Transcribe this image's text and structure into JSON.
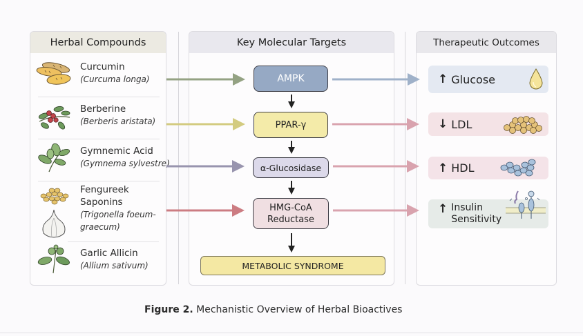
{
  "panels": {
    "left": {
      "title": "Herbal Compounds"
    },
    "center": {
      "title": "Key Molecular Targets"
    },
    "right": {
      "title": "Therapeutic Outcomes"
    }
  },
  "herbs": [
    {
      "name": "Curcumin",
      "scientific": "(Curcuma longa)",
      "icon": "turmeric-root-icon",
      "arrow_color": "#94a283",
      "target": "AMPK"
    },
    {
      "name": "Berberine",
      "scientific": "(Berberis aristata)",
      "icon": "berberis-branch-icon",
      "arrow_color": "#d3cb80",
      "target": "PPAR-γ"
    },
    {
      "name": "Gymnemic Acid",
      "scientific": "(Gymnema sylvestre)",
      "icon": "gymnema-leaf-icon",
      "arrow_color": "#9894ae",
      "target": "α-Glucosidase"
    },
    {
      "name_line1": "Fengureek",
      "name_line2": "Saponins",
      "scientific_line1": "(Trigonella foeum-",
      "scientific_line2": "graecum)",
      "icon": "fenugreek-seeds-icon",
      "icon2": "garlic-bulb-icon",
      "arrow_color": "#cc7c82",
      "target": "HMG-CoA Reductase"
    },
    {
      "name": "Garlic Allicin",
      "scientific": "(Allium sativum)",
      "icon": "herb-sprig-icon"
    }
  ],
  "targets": [
    {
      "label": "AMPK",
      "color": "#96a9c4"
    },
    {
      "label": "PPAR-γ",
      "color": "#f4eba9"
    },
    {
      "label": "α-Glucosidase",
      "color": "#dcd9ea"
    },
    {
      "label_line1": "HMG-CoA",
      "label_line2": "Reductase",
      "color": "#f0dfe2"
    }
  ],
  "endpoint": {
    "label": "METABOLIC SYNDROME",
    "color": "#f4e8a3"
  },
  "outcomes": [
    {
      "direction": "↑",
      "label": "Glucose",
      "icon": "glucose-drop-icon",
      "bg": "#e4e9f2",
      "arrow_color": "#9fb1c9"
    },
    {
      "direction": "↓",
      "label": "LDL",
      "icon": "ldl-particles-icon",
      "bg": "#f4e3e6",
      "arrow_color": "#d9a3ae"
    },
    {
      "direction": "↑",
      "label": "HDL",
      "icon": "hdl-particles-icon",
      "bg": "#f4e3e8",
      "arrow_color": "#d9a3ae"
    },
    {
      "direction": "↑",
      "label_line1": "Insulin",
      "label_line2": "Sensitivity",
      "icon": "insulin-receptor-icon",
      "bg": "#e6ebe8",
      "arrow_color": "#d9a3ae"
    }
  ],
  "caption": {
    "prefix": "Figure 2.",
    "text": " Mechanistic Overview of Herbal Bioactives"
  }
}
